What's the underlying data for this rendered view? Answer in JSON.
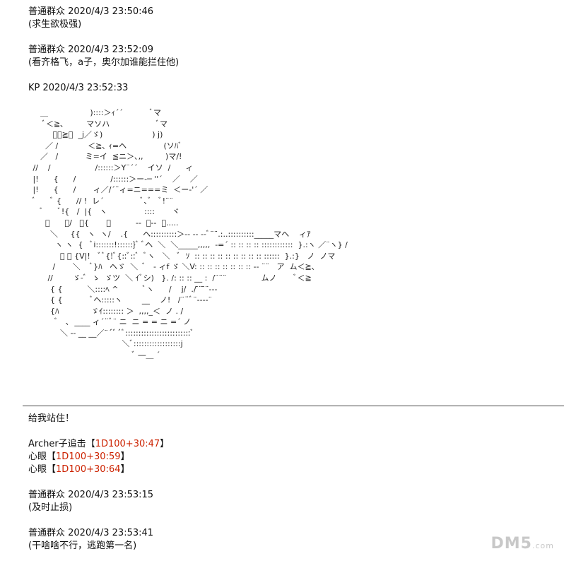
{
  "messages_top": [
    {
      "header": "普通群众 2020/4/3 23:50:46",
      "text": "(求生欲极强)"
    },
    {
      "header": "普通群众 2020/4/3 23:52:09",
      "text": "(看齐格飞，a子，奥尔加谁能拦住他)"
    },
    {
      "header": "KP 2020/4/3 23:52:33"
    }
  ],
  "ascii_art": [
    "      ＿                 )::::＞ｨ´´           ﾞマ",
    "       ﾞ＜≧､         マソハ                   ﾞマ",
    "           ﾞ＜≧､  _j／ゞ)                    ) j)",
    "        ／ /            ＜≧､ ｨ=ヘ               (ソﾊﾞ",
    "      ／   /           ミ=イ  ≦ニ＞､,,         )マ/!",
    "   //    /                  /::::::＞Y¨´´    イソ  /      ィ",
    "   |!      {      /              /::::::＞ー‐─ ''´    ／    ／",
    "   |!      {      /       ィ／/´¨ィ=ニ===ミ  ＜ー-'´ ／",
    "   ﾞ      ﾞ {      // !  レ´               ﾞ､ﾞ   ﾞ!¨¨",
    "      ﾞ      ﾞ!{   /  |{   ヽ               ::::       ヾ",
    "        ﾞ      ﾞ/   ﾞ{       ﾞ          ‐-  ｰ--  ＞.....",
    "          ＼     {{   ヽ  ヽ/    .{      ヘ::::::::::＞-- -- ‐-ﾞ¨¨.:..::::::::::_____マヘ    ィｱ",
    "            ヽ ヽ  {   ﾞi:::::::!::::::}ﾞ ﾞヘ  ＼  ＼_____,,,,,  -=´ :: :: :: :: ::::::::::::  }.:ヽ ／¨ヽ} /",
    "              ﾞ ﾞ {V|!   ﾞﾞ{!ﾞ{::ﾞ::ﾞ  ﾞヽ   ＼   ﾞ  ｿ  :: :: :: :: :: :: :: :: :: ::::::  }.:}   ノ  ノマ",
    "           /       ＼    ﾞ}ﾊ   ヘゞ  ＼  ﾞ   - ィf ゞ ＼V: :: :: :: :: :: :: :: -- ¨¨   ア  ム＜≧､",
    "         //        ゞ-ﾞ  ゝ  ゞツ  ＼ ｲﾞシ)   }. /: :: :: __ :  /¨¨¨              ムノ       ﾞ＜≧",
    "          { {          ＼::::ﾍ ^          ﾞヽ      /    j/  ./ ̄¨ ̄¨‐-‐",
    "          { {           ﾞヘ:::::ヽ        __    ノ!   /¨¨ﾞ¨‐--‐¨",
    "          {ﾊ             ゞｲ:::::::: ＞  ,,,,_＜  ノ . /",
    "            ﾞ   ､  ____ ィ´¨ﾞ¨ ニ  ニ = = ニ =´ ノ",
    "              ＼ -- __ __／¨´ﾞ´ﾞ:::::::::::::::::::::::::ﾞ",
    "                                       ＼ﾞ::::::::::::::::::j",
    "                                           ﾞ ―＿ ´"
  ],
  "action": "给我站住！",
  "rolls": [
    {
      "label": "Archer子追击",
      "open": "【",
      "value": "1D100+30:47",
      "close": "】"
    },
    {
      "label": "心眼",
      "open": "【",
      "value": "1D100+30:59",
      "close": "】"
    },
    {
      "label": "心眼",
      "open": "【",
      "value": "1D100+30:64",
      "close": "】"
    }
  ],
  "messages_bottom": [
    {
      "header": "普通群众 2020/4/3 23:53:15",
      "text": "(及时止损)"
    },
    {
      "header": "普通群众 2020/4/3 23:53:41",
      "text": "(干啥啥不行，逃跑第一名)"
    }
  ],
  "watermark": {
    "main": "DM5",
    "suffix": ".com"
  }
}
